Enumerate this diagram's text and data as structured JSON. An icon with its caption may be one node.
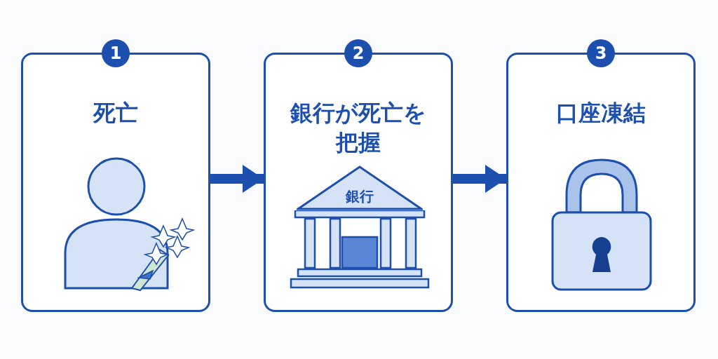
{
  "diagram": {
    "nodes": [
      {
        "text": [
          "1",
          "死亡"
        ]
      },
      {
        "text": [
          "2",
          "銀行が死亡を把握"
        ]
      },
      {
        "text": [
          "銀行"
        ],
        "in": 1
      },
      {
        "text": [
          "3",
          "口座凍結"
        ]
      }
    ],
    "edges": [
      {
        "from": 0,
        "to": 1,
        "arrow": "to"
      },
      {
        "from": 1,
        "to": 3,
        "arrow": "to"
      }
    ]
  }
}
